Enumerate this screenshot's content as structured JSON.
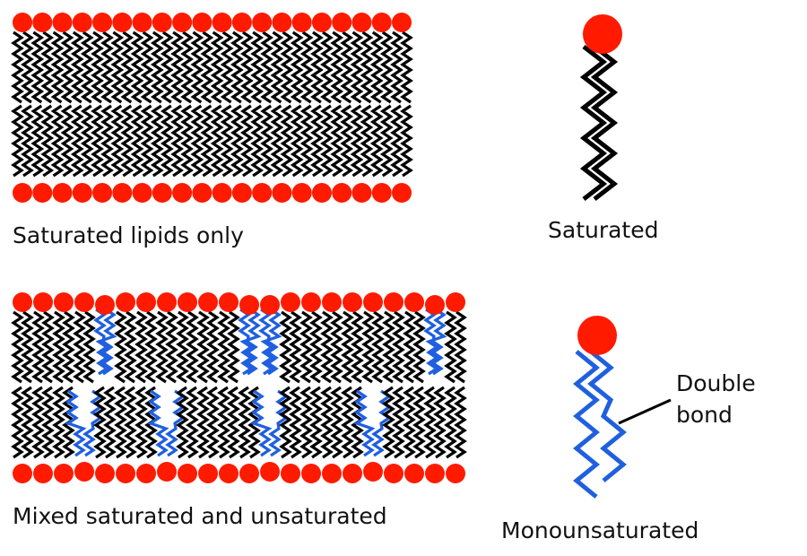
{
  "labels": {
    "saturated_lipids_only": "Saturated lipids only",
    "saturated": "Saturated",
    "mixed": "Mixed saturated and unsaturated",
    "monounsaturated": "Monounsaturated",
    "double_bond_line1": "Double",
    "double_bond_line2": "bond"
  },
  "colors": {
    "head": "#ff1a00",
    "saturated_tail": "#000000",
    "unsaturated_tail": "#1f5fe0",
    "text": "#111111",
    "background": "#ffffff"
  },
  "membranes": {
    "saturated_only": {
      "lipid_count_per_leaflet": 20,
      "composition": [
        "saturated"
      ]
    },
    "mixed": {
      "lipid_count_per_leaflet": 22,
      "top_leaflet": [
        "S",
        "S",
        "S",
        "S",
        "U",
        "S",
        "S",
        "S",
        "S",
        "S",
        "S",
        "U",
        "U",
        "S",
        "S",
        "S",
        "S",
        "S",
        "S",
        "S",
        "U",
        "S"
      ],
      "bottom_leaflet": [
        "S",
        "S",
        "S",
        "U",
        "S",
        "S",
        "S",
        "U",
        "S",
        "S",
        "S",
        "S",
        "U",
        "S",
        "S",
        "S",
        "S",
        "U",
        "S",
        "S",
        "S",
        "S"
      ]
    }
  }
}
